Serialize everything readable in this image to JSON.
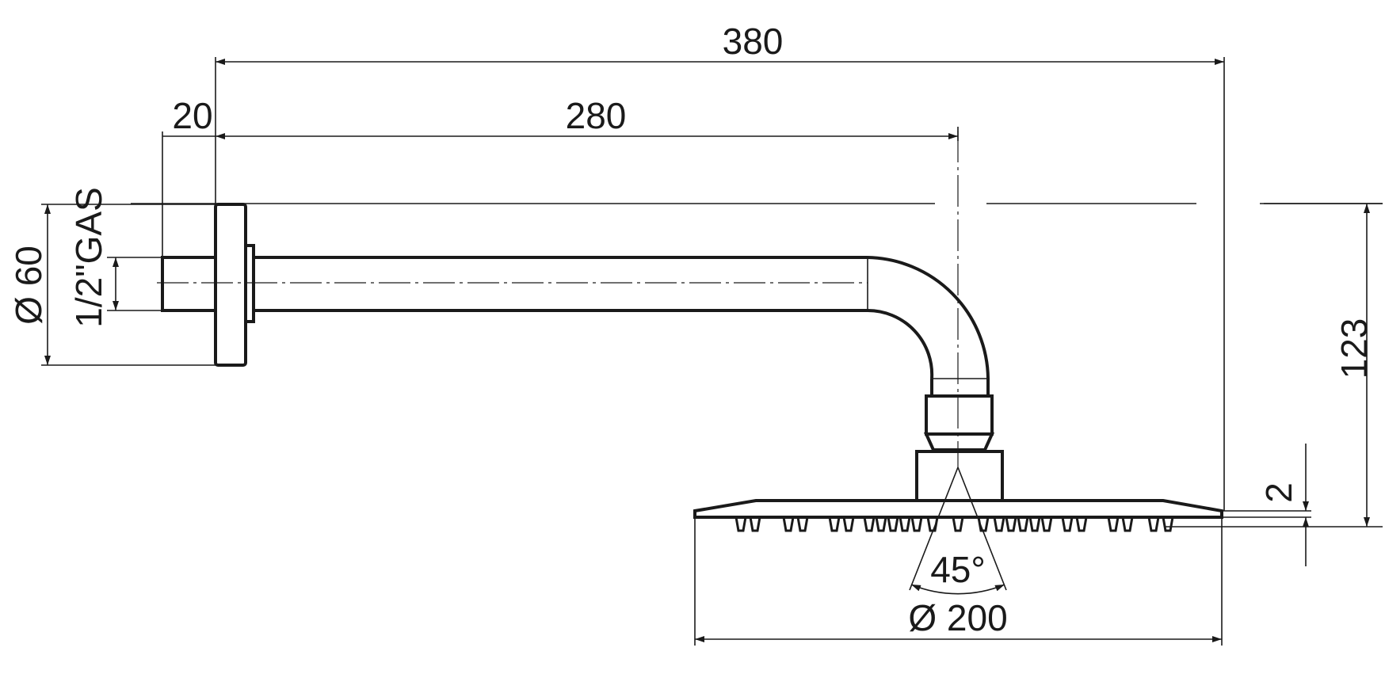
{
  "dimensions": {
    "total_length": "380",
    "arm_length": "280",
    "flange_depth": "20",
    "flange_diameter": "Ø 60",
    "thread": "1/2\"GAS",
    "height": "123",
    "head_thickness": "2",
    "spray_angle": "45°",
    "head_diameter": "Ø 200"
  },
  "colors": {
    "line": "#1a1a1a",
    "background": "#ffffff"
  }
}
